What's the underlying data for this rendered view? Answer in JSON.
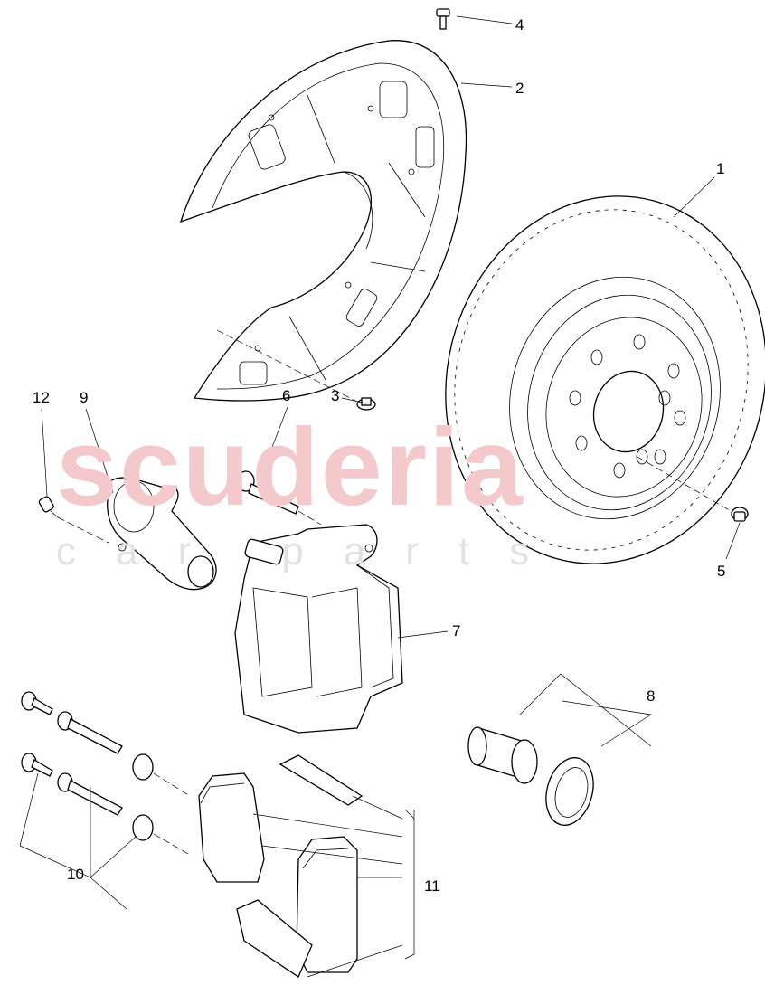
{
  "watermark": {
    "brand": "scuderia",
    "sub": "car parts",
    "brand_color": "#f4c9cc"
  },
  "callouts": [
    {
      "id": "1"
    },
    {
      "id": "2"
    },
    {
      "id": "3"
    },
    {
      "id": "4"
    },
    {
      "id": "5"
    },
    {
      "id": "6"
    },
    {
      "id": "7"
    },
    {
      "id": "8"
    },
    {
      "id": "9"
    },
    {
      "id": "10"
    },
    {
      "id": "11"
    },
    {
      "id": "12"
    }
  ],
  "parts": {
    "1": "brake-disc",
    "2": "splash-shield",
    "3": "shield-bolt",
    "4": "screw",
    "5": "disc-screw",
    "6": "caliper-bolt",
    "7": "brake-caliper",
    "8": "piston-seal-kit",
    "9": "parking-brake-motor",
    "10": "guide-bolt-kit",
    "11": "brake-pad-set",
    "12": "motor-screw"
  }
}
